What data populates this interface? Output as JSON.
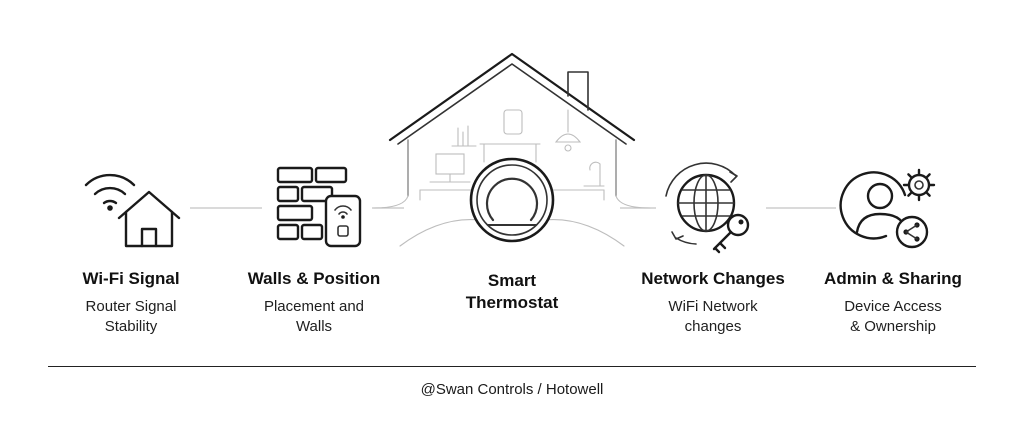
{
  "nodes": [
    {
      "title": "Wi-Fi Signal",
      "sub": [
        "Router Signal",
        "Stability"
      ],
      "icon": "wifi-house-icon"
    },
    {
      "title": "Walls & Position",
      "sub": [
        "Placement and",
        "Walls"
      ],
      "icon": "brick-wall-phone-icon"
    },
    {
      "title": "Network Changes",
      "sub": [
        "WiFi Network",
        "changes"
      ],
      "icon": "globe-key-icon"
    },
    {
      "title": "Admin & Sharing",
      "sub": [
        "Device Access",
        "& Ownership"
      ],
      "icon": "user-gear-share-icon"
    }
  ],
  "center": {
    "title_lines": [
      "Smart",
      "Thermostat"
    ],
    "icon": "house-thermostat-icon"
  },
  "footer": "@Swan Controls / Hotowell"
}
